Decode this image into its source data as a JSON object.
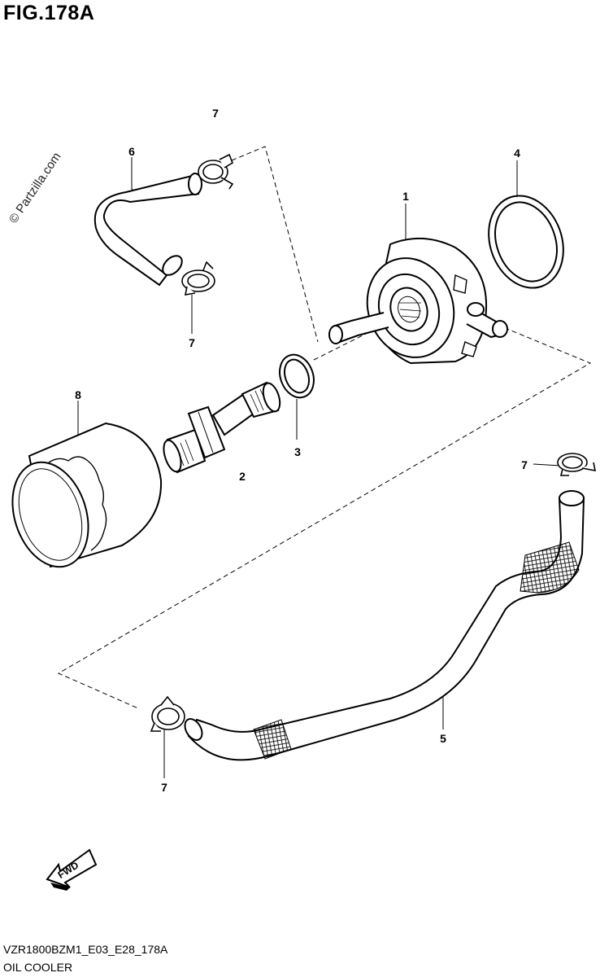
{
  "figure": {
    "title": "FIG.178A",
    "code": "VZR1800BZM1_E03_E28_178A",
    "name": "OIL COOLER",
    "watermark": "© Partzilla.com",
    "direction_label": "FWD"
  },
  "callouts": {
    "c1": "1",
    "c2": "2",
    "c3": "3",
    "c4": "4",
    "c5": "5",
    "c6": "6",
    "c7_top": "7",
    "c7_hose6_lower": "7",
    "c7_right": "7",
    "c7_bottom": "7",
    "c8": "8"
  },
  "parts": [
    {
      "ref": "1",
      "part": "oil cooler"
    },
    {
      "ref": "2",
      "part": "union bolt"
    },
    {
      "ref": "3",
      "part": "o-ring"
    },
    {
      "ref": "4",
      "part": "o-ring"
    },
    {
      "ref": "5",
      "part": "hose"
    },
    {
      "ref": "6",
      "part": "hose"
    },
    {
      "ref": "7",
      "part": "clamp"
    },
    {
      "ref": "8",
      "part": "oil filter"
    }
  ]
}
